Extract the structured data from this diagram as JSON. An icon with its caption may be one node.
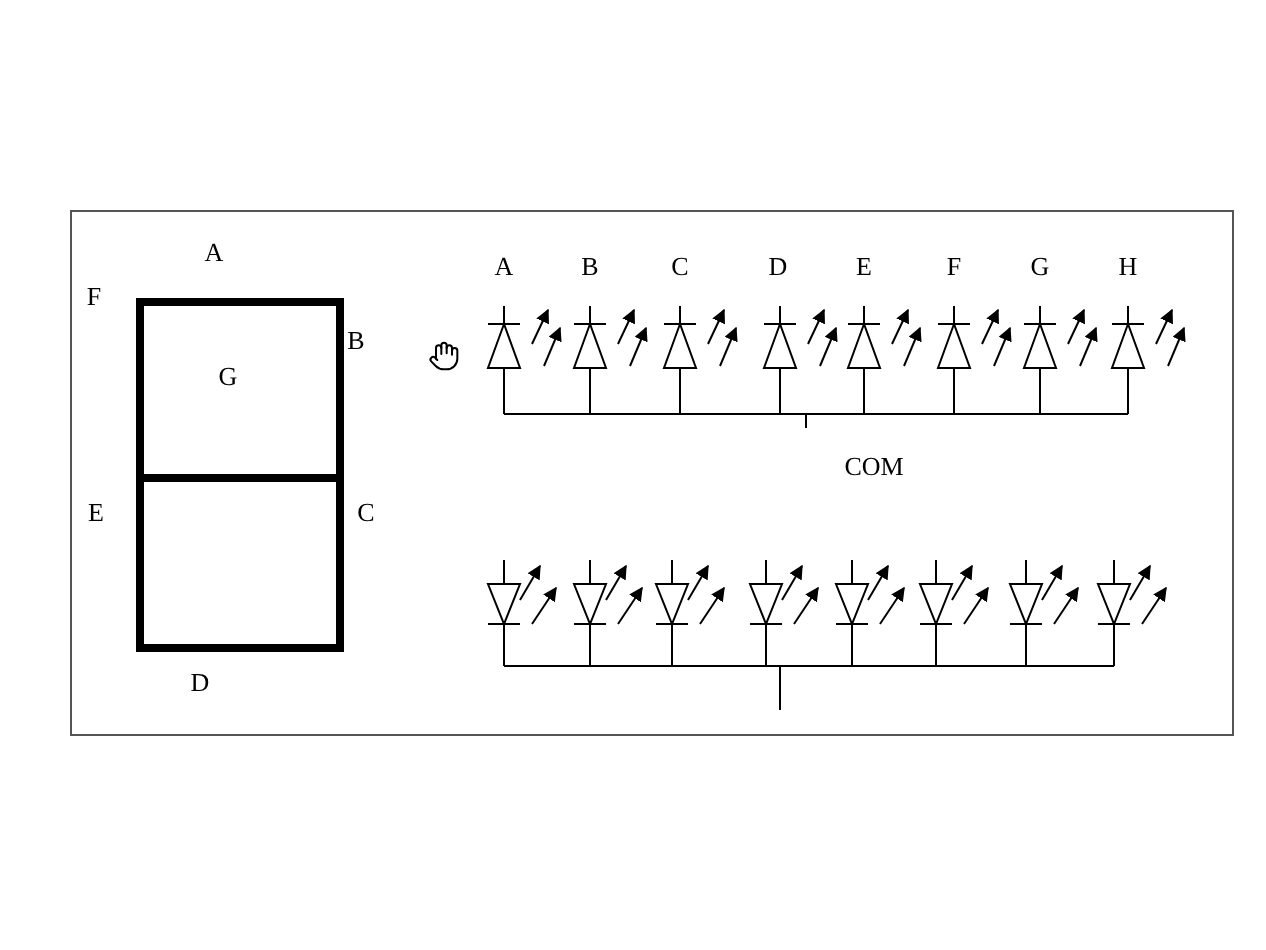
{
  "diagram": {
    "labels": [
      "A",
      "F",
      "B",
      "G",
      "E",
      "C",
      "D",
      "A",
      "B",
      "C",
      "D",
      "E",
      "F",
      "G",
      "H",
      "COM"
    ]
  }
}
